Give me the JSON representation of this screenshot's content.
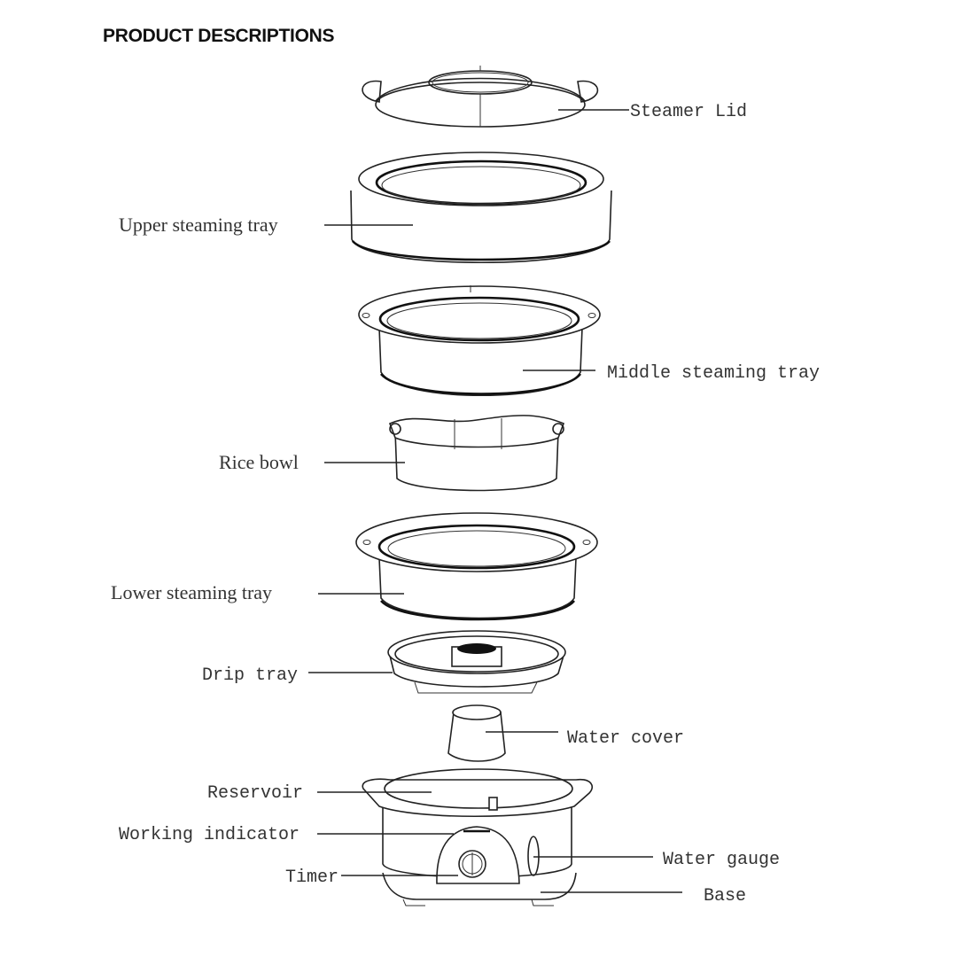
{
  "page": {
    "title": "PRODUCT DESCRIPTIONS"
  },
  "labels": {
    "steamer_lid": "Steamer Lid",
    "upper_tray": "Upper steaming tray",
    "middle_tray": "Middle steaming tray",
    "rice_bowl": "Rice bowl",
    "lower_tray": "Lower steaming tray",
    "drip_tray": "Drip tray",
    "water_cover": "Water cover",
    "reservoir": "Reservoir",
    "working_indicator": "Working indicator",
    "timer": "Timer",
    "water_gauge": "Water gauge",
    "base": "Base"
  },
  "colors": {
    "line": "#222222",
    "label_text": "#333333",
    "background": "#ffffff"
  }
}
